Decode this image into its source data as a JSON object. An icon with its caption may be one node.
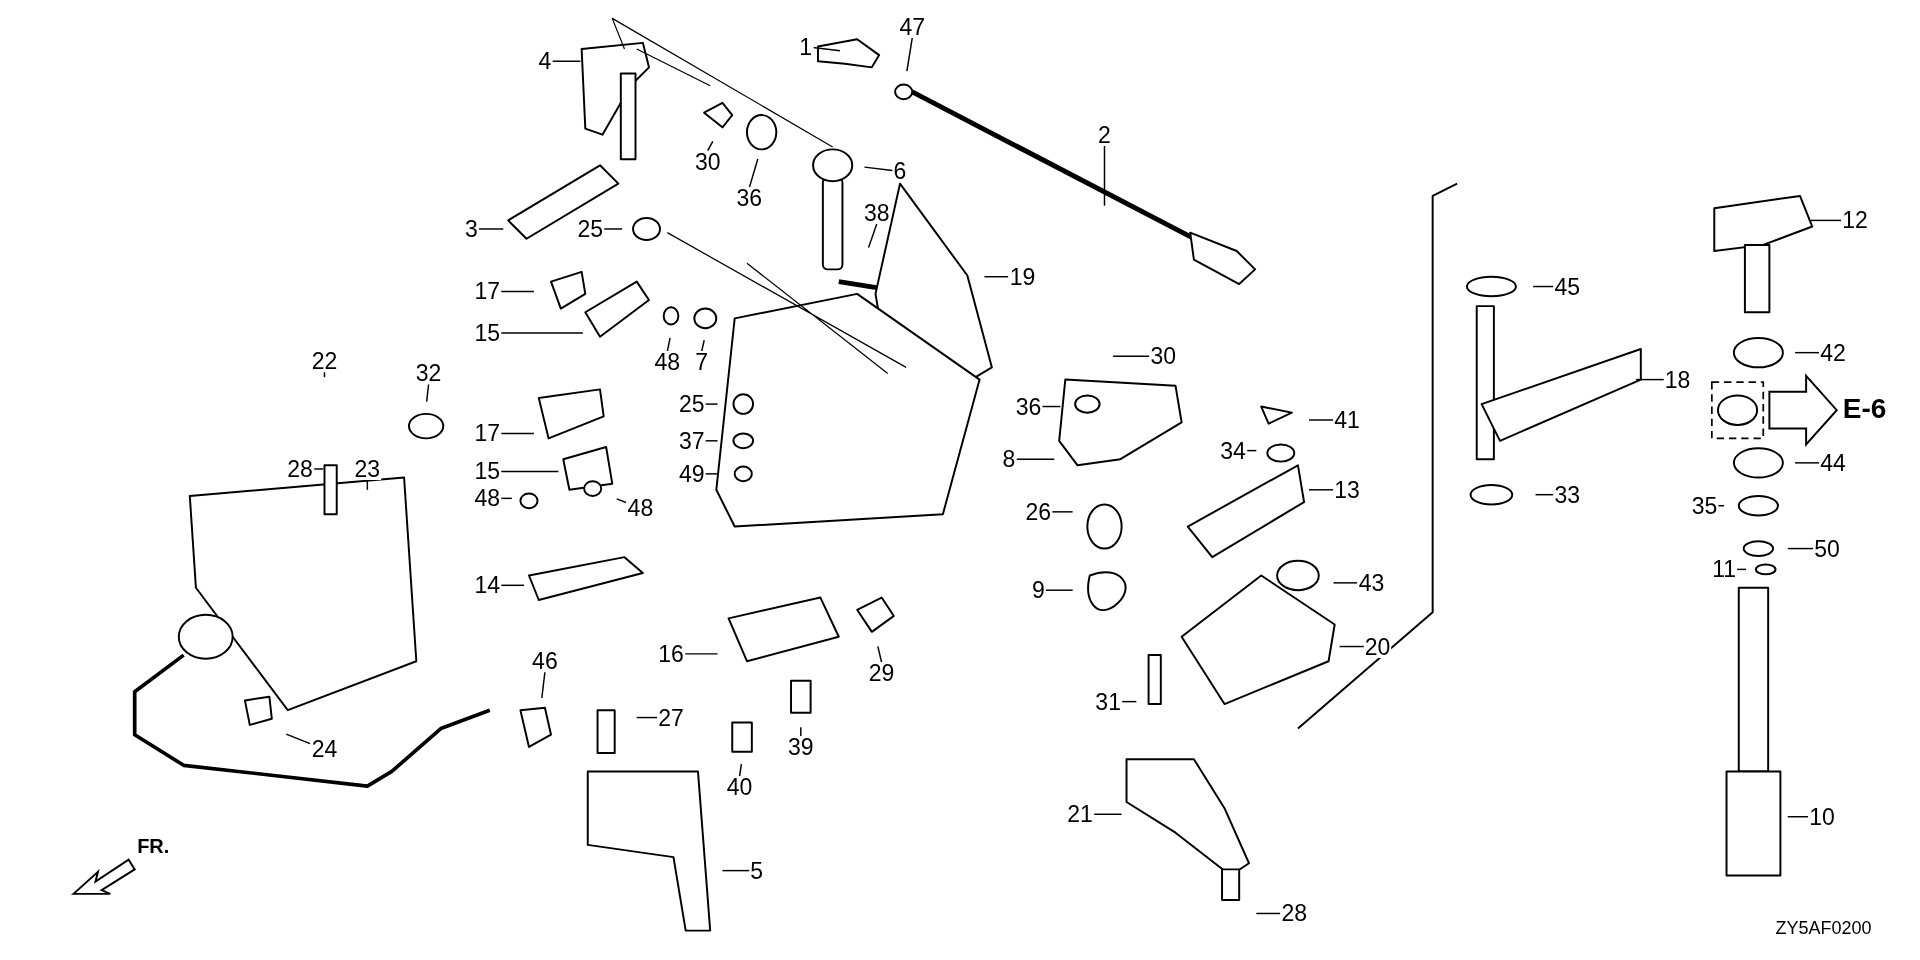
{
  "diagram": {
    "nodes": [
      {
        "text": [
          "1"
        ]
      },
      {
        "text": [
          "47"
        ]
      },
      {
        "text": [
          "4"
        ]
      },
      {
        "text": [
          "2"
        ]
      },
      {
        "text": [
          "30"
        ]
      },
      {
        "text": [
          "6"
        ]
      },
      {
        "text": [
          "3"
        ]
      },
      {
        "text": [
          "25"
        ]
      },
      {
        "text": [
          "36"
        ]
      },
      {
        "text": [
          "38"
        ]
      },
      {
        "text": [
          "12"
        ]
      },
      {
        "text": [
          "45"
        ]
      },
      {
        "text": [
          "17"
        ]
      },
      {
        "text": [
          "19"
        ]
      },
      {
        "text": [
          "15"
        ]
      },
      {
        "text": [
          "48"
        ]
      },
      {
        "text": [
          "7"
        ]
      },
      {
        "text": [
          "22"
        ]
      },
      {
        "text": [
          "30"
        ]
      },
      {
        "text": [
          "42"
        ]
      },
      {
        "text": [
          "18"
        ]
      },
      {
        "text": [
          "32"
        ]
      },
      {
        "text": [
          "17"
        ]
      },
      {
        "text": [
          "25"
        ]
      },
      {
        "text": [
          "36"
        ]
      },
      {
        "text": [
          "41"
        ]
      },
      {
        "text": [
          "28"
        ]
      },
      {
        "text": [
          "23"
        ]
      },
      {
        "text": [
          "15"
        ]
      },
      {
        "text": [
          "37"
        ]
      },
      {
        "text": [
          "8"
        ]
      },
      {
        "text": [
          "34"
        ]
      },
      {
        "text": [
          "44"
        ]
      },
      {
        "text": [
          "49"
        ]
      },
      {
        "text": [
          "48"
        ]
      },
      {
        "text": [
          "48"
        ]
      },
      {
        "text": [
          "14"
        ]
      },
      {
        "text": [
          "13"
        ]
      },
      {
        "text": [
          "26"
        ]
      },
      {
        "text": [
          "33"
        ]
      },
      {
        "text": [
          "35"
        ]
      },
      {
        "text": [
          "50"
        ]
      },
      {
        "text": [
          "11"
        ]
      },
      {
        "text": [
          "9"
        ]
      },
      {
        "text": [
          "43"
        ]
      },
      {
        "text": [
          "16"
        ]
      },
      {
        "text": [
          "29"
        ]
      },
      {
        "text": [
          "20"
        ]
      },
      {
        "text": [
          "46"
        ]
      },
      {
        "text": [
          "27"
        ]
      },
      {
        "text": [
          "31"
        ]
      },
      {
        "text": [
          "40"
        ]
      },
      {
        "text": [
          "39"
        ]
      },
      {
        "text": [
          "24"
        ]
      },
      {
        "text": [
          "5"
        ]
      },
      {
        "text": [
          "21"
        ]
      },
      {
        "text": [
          "10"
        ]
      },
      {
        "text": [
          "28"
        ]
      },
      {
        "text": [],
        "shape": "box"
      }
    ],
    "edges": [
      {
        "from": 0,
        "to": null,
        "arrow": "none"
      },
      {
        "from": 1,
        "to": null,
        "arrow": "none"
      },
      {
        "from": 2,
        "to": null,
        "arrow": "none"
      },
      {
        "from": 3,
        "to": null,
        "arrow": "none"
      },
      {
        "from": 4,
        "to": null,
        "arrow": "none"
      },
      {
        "from": 5,
        "to": null,
        "arrow": "none"
      },
      {
        "from": 6,
        "to": null,
        "arrow": "none"
      },
      {
        "from": 7,
        "to": null,
        "arrow": "none"
      },
      {
        "from": 8,
        "to": null,
        "arrow": "none"
      },
      {
        "from": 9,
        "to": null,
        "arrow": "none"
      },
      {
        "from": 10,
        "to": null,
        "arrow": "none"
      },
      {
        "from": 11,
        "to": null,
        "arrow": "none"
      },
      {
        "from": 12,
        "to": null,
        "arrow": "none"
      },
      {
        "from": 13,
        "to": null,
        "arrow": "none"
      },
      {
        "from": 14,
        "to": null,
        "arrow": "none"
      },
      {
        "from": 15,
        "to": null,
        "arrow": "none"
      },
      {
        "from": 16,
        "to": null,
        "arrow": "none"
      },
      {
        "from": 17,
        "to": null,
        "arrow": "none"
      },
      {
        "from": 18,
        "to": null,
        "arrow": "none"
      },
      {
        "from": 19,
        "to": null,
        "arrow": "none"
      },
      {
        "from": 20,
        "to": null,
        "arrow": "none"
      },
      {
        "from": 21,
        "to": null,
        "arrow": "none"
      },
      {
        "from": 22,
        "to": null,
        "arrow": "none"
      },
      {
        "from": 23,
        "to": null,
        "arrow": "none"
      },
      {
        "from": 24,
        "to": null,
        "arrow": "none"
      },
      {
        "from": 25,
        "to": null,
        "arrow": "none"
      },
      {
        "from": 26,
        "to": null,
        "arrow": "none"
      },
      {
        "from": 27,
        "to": null,
        "arrow": "none"
      },
      {
        "from": 28,
        "to": null,
        "arrow": "none"
      },
      {
        "from": 29,
        "to": null,
        "arrow": "none"
      },
      {
        "from": 30,
        "to": null,
        "arrow": "none"
      },
      {
        "from": 31,
        "to": null,
        "arrow": "none"
      },
      {
        "from": 32,
        "to": null,
        "arrow": "none"
      },
      {
        "from": 33,
        "to": null,
        "arrow": "none"
      },
      {
        "from": 34,
        "to": null,
        "arrow": "none"
      },
      {
        "from": 35,
        "to": null,
        "arrow": "none"
      },
      {
        "from": 36,
        "to": null,
        "arrow": "none"
      },
      {
        "from": 37,
        "to": null,
        "arrow": "none"
      },
      {
        "from": 38,
        "to": null,
        "arrow": "none"
      },
      {
        "from": 39,
        "to": null,
        "arrow": "none"
      },
      {
        "from": 40,
        "to": null,
        "arrow": "none"
      },
      {
        "from": 41,
        "to": null,
        "arrow": "none"
      },
      {
        "from": 42,
        "to": null,
        "arrow": "none"
      },
      {
        "from": 43,
        "to": null,
        "arrow": "none"
      },
      {
        "from": 44,
        "to": null,
        "arrow": "none"
      },
      {
        "from": 45,
        "to": null,
        "arrow": "none"
      },
      {
        "from": 46,
        "to": null,
        "arrow": "none"
      },
      {
        "from": 47,
        "to": null,
        "arrow": "none"
      },
      {
        "from": 48,
        "to": null,
        "arrow": "none"
      },
      {
        "from": 49,
        "to": null,
        "arrow": "none"
      },
      {
        "from": 50,
        "to": null,
        "arrow": "none"
      },
      {
        "from": 51,
        "to": null,
        "arrow": "none"
      },
      {
        "from": 52,
        "to": null,
        "arrow": "none"
      },
      {
        "from": 53,
        "to": null,
        "arrow": "none"
      },
      {
        "from": 54,
        "to": null,
        "arrow": "none"
      },
      {
        "from": 55,
        "to": null,
        "arrow": "none"
      },
      {
        "from": 56,
        "to": null,
        "arrow": "none"
      },
      {
        "from": 57,
        "to": null,
        "arrow": "none"
      },
      {
        "from": 58,
        "to": null,
        "arrow": "to",
        "label": "E-6"
      }
    ],
    "labels": [
      "FR.",
      "ZY5AF0200"
    ]
  }
}
